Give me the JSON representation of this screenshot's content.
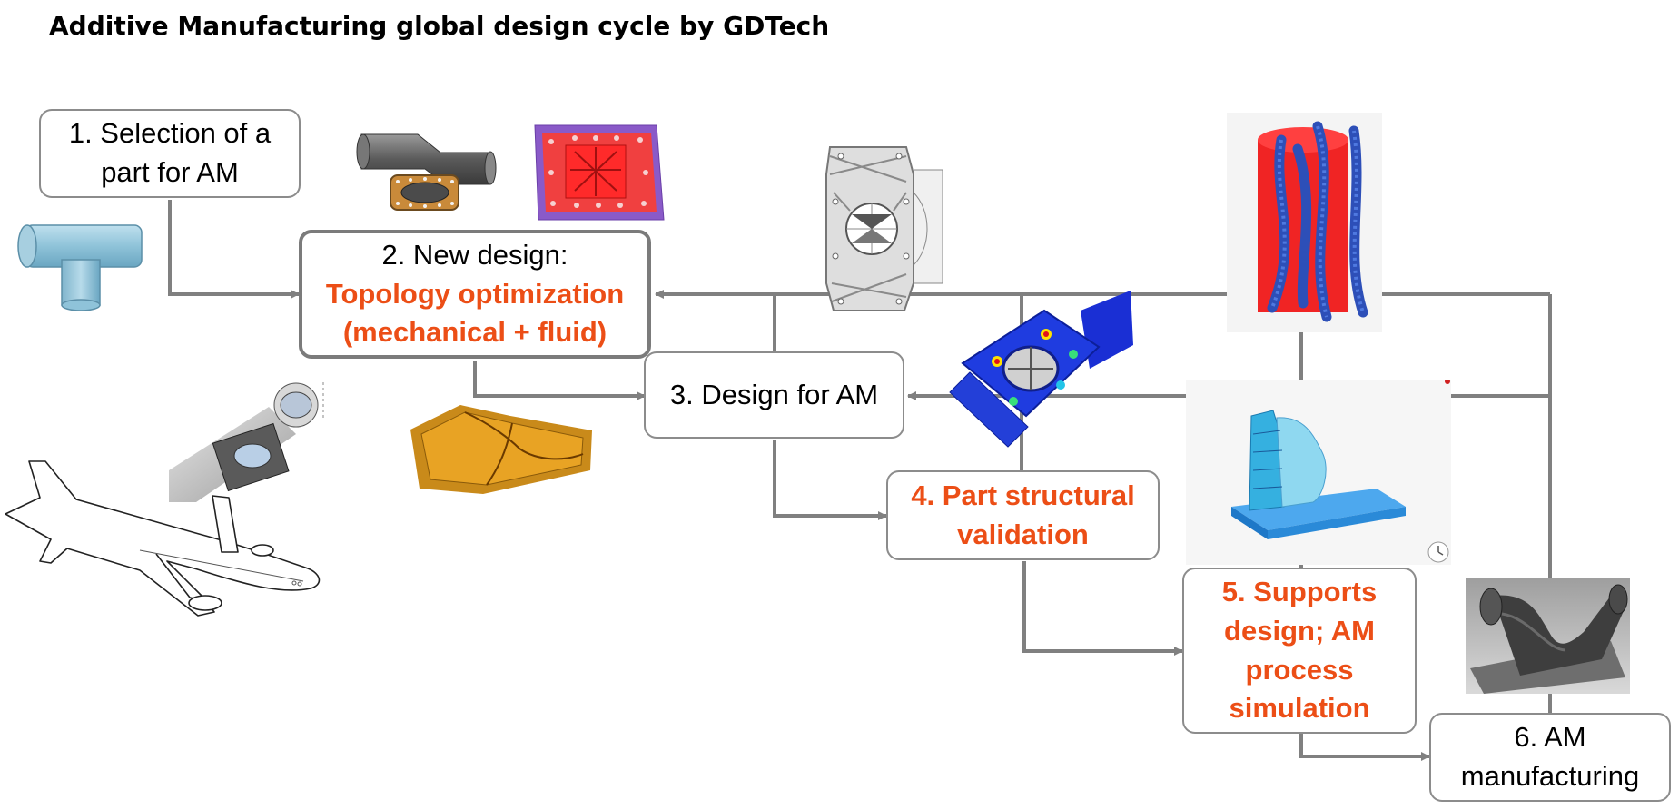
{
  "title": "Additive Manufacturing global design cycle by GDTech",
  "colors": {
    "accent": "#ec4e16",
    "connector": "#808080",
    "box_border": "#8c8c8c"
  },
  "steps": [
    {
      "id": "s1",
      "lines": [
        "1. Selection of a",
        "part for AM"
      ]
    },
    {
      "id": "s2",
      "line1": "2. New design:",
      "line2": "Topology optimization",
      "line3": "(mechanical + fluid)"
    },
    {
      "id": "s3",
      "lines": [
        "3. Design for AM"
      ]
    },
    {
      "id": "s4",
      "lines": [
        "4. Part structural",
        "validation"
      ]
    },
    {
      "id": "s5",
      "lines": [
        "5. Supports",
        "design; AM",
        "process",
        "simulation"
      ]
    },
    {
      "id": "s6",
      "lines": [
        "6. AM",
        "manufacturing"
      ]
    }
  ],
  "images": [
    "t-pipe-icon",
    "duct-part-icon",
    "topology-result-icon",
    "airplane-icon",
    "installed-duct-icon",
    "fluid-channel-icon",
    "lattice-bracket-icon",
    "stress-map-icon",
    "optimized-support-icon",
    "process-simulation-icon",
    "printed-part-icon"
  ]
}
